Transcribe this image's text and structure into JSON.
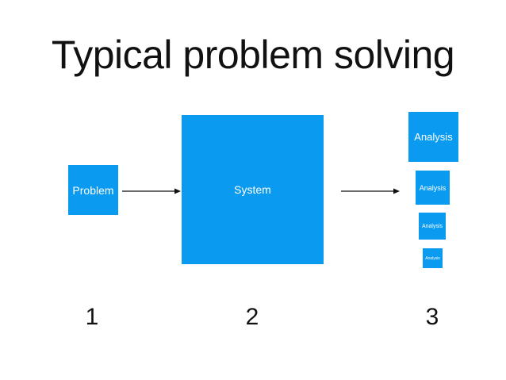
{
  "title": "Typical problem solving",
  "boxes": {
    "problem": "Problem",
    "system": "System",
    "analysis": [
      "Analysis",
      "Analysis",
      "Analysis",
      "Analysis"
    ]
  },
  "steps": [
    "1",
    "2",
    "3"
  ],
  "colors": {
    "box": "#0a9af0",
    "text": "#111111",
    "arrow": "#111111"
  }
}
